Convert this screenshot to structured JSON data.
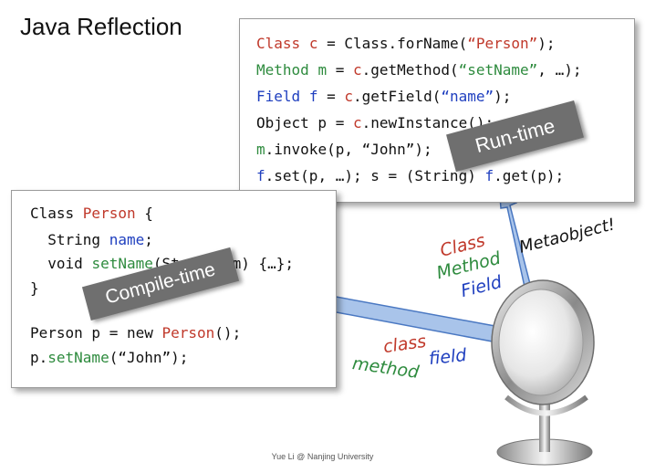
{
  "title": "Java Reflection",
  "runtime_code": {
    "line1": [
      "Class",
      "c",
      " = Class.forName(",
      "“Person”",
      ");"
    ],
    "line2": [
      "Method",
      "m",
      " = ",
      "c",
      ".getMethod(",
      "“setName”",
      ", …);"
    ],
    "line3": [
      "Field",
      "f",
      " = ",
      "c",
      ".getField(",
      "“name”",
      ");"
    ],
    "line4": [
      "Object p = ",
      "c",
      ".newInstance();"
    ],
    "line5": [
      "m",
      ".invoke(p, “John”);"
    ],
    "line6": [
      "f",
      ".set(p, …); s = (String) ",
      "f",
      ".get(p);"
    ]
  },
  "compile_code": {
    "line1": [
      "Class ",
      "Person",
      " {"
    ],
    "line2": [
      "  String ",
      "name",
      ";"
    ],
    "line3": [
      "  void ",
      "setName",
      "(String nm) {…};"
    ],
    "line4": [
      "}"
    ],
    "line5": [
      "Person p = new ",
      "Person",
      "();"
    ],
    "line6": [
      "p.",
      "setName",
      "(“John”);"
    ]
  },
  "labels": {
    "runtime": "Run-time",
    "compile": "Compile-time",
    "metaobject": "Metaobject!",
    "upper": {
      "class": "Class",
      "method": "Method",
      "field": "Field"
    },
    "lower": {
      "class": "class",
      "method": "method",
      "field": "field"
    }
  },
  "footer": "Yue Li @ Nanjing University",
  "colors": {
    "red": "#c0392b",
    "green": "#2e8b3e",
    "blue": "#1f3fbf",
    "arrow": "#a9c4ea",
    "arrow_stroke": "#4a78c2"
  }
}
